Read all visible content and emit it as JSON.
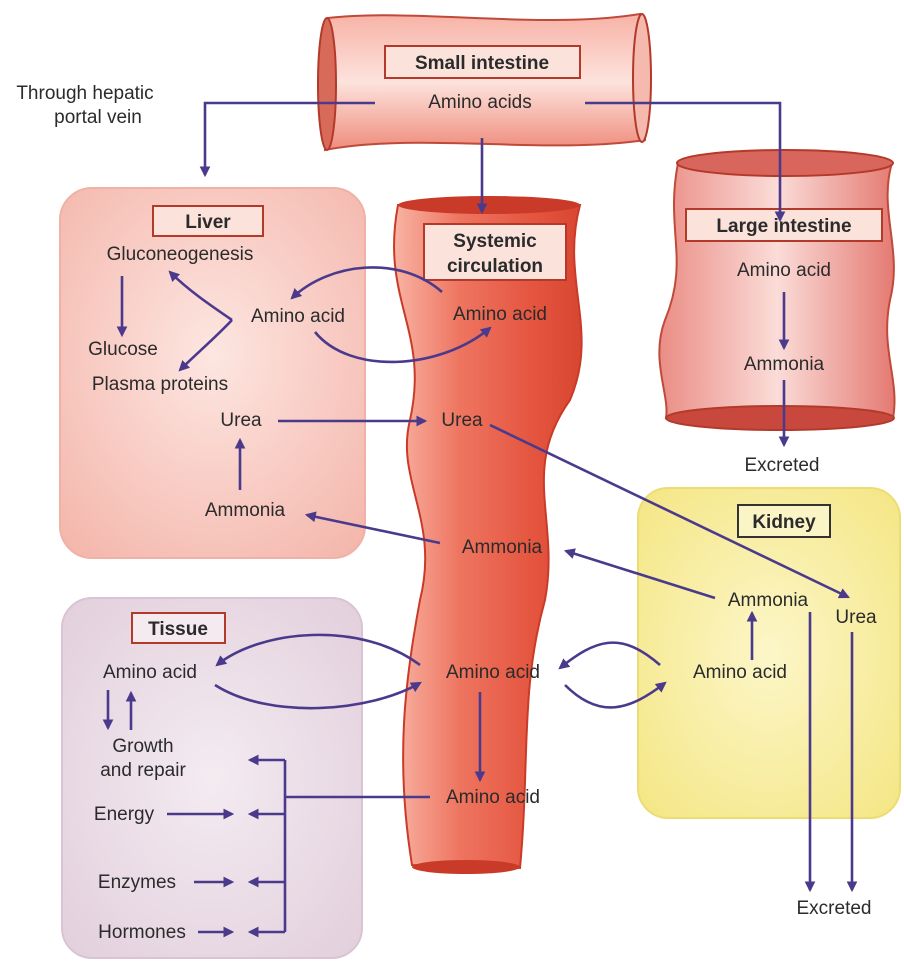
{
  "colors": {
    "arrow": "#4b3a8c",
    "vessel": "#e8604a",
    "liver_bg": "#f6c8c0",
    "tissue_bg": "#ead8e4",
    "kidney_bg": "#f8ee98"
  },
  "small_intestine": {
    "title": "Small intestine",
    "content": "Amino acids"
  },
  "portal_note": {
    "line1": "Through hepatic",
    "line2": "portal vein"
  },
  "systemic": {
    "title_line1": "Systemic",
    "title_line2": "circulation",
    "amino_acid_top": "Amino acid",
    "urea": "Urea",
    "ammonia": "Ammonia",
    "amino_acid_mid": "Amino acid",
    "amino_acid_low": "Amino acid"
  },
  "liver": {
    "title": "Liver",
    "gluconeogenesis": "Gluconeogenesis",
    "glucose": "Glucose",
    "plasma_proteins": "Plasma proteins",
    "amino_acid": "Amino acid",
    "urea": "Urea",
    "ammonia": "Ammonia"
  },
  "large_intestine": {
    "title": "Large intestine",
    "amino_acid": "Amino acid",
    "ammonia": "Ammonia",
    "excreted": "Excreted"
  },
  "kidney": {
    "title": "Kidney",
    "ammonia": "Ammonia",
    "urea": "Urea",
    "amino_acid": "Amino acid",
    "excreted": "Excreted"
  },
  "tissue": {
    "title": "Tissue",
    "amino_acid": "Amino acid",
    "growth_line1": "Growth",
    "growth_line2": "and repair",
    "energy": "Energy",
    "enzymes": "Enzymes",
    "hormones": "Hormones"
  }
}
